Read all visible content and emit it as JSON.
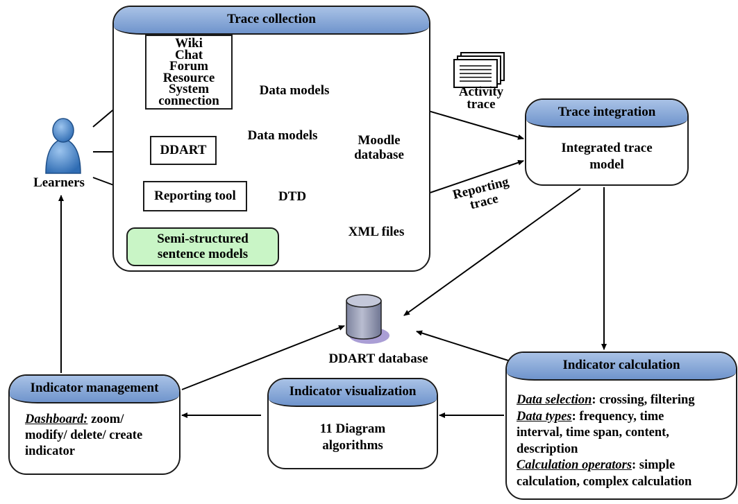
{
  "trace_collection": {
    "title": "Trace collection",
    "source_lines": [
      "Wiki",
      "Chat",
      "Forum",
      "Resource",
      "System",
      "connection"
    ],
    "ddart": "DDART",
    "reporting_tool": "Reporting tool",
    "sentence_models": [
      "Semi-structured",
      "sentence models"
    ],
    "data_models_1": "Data models",
    "data_models_2": "Data models",
    "dtd": "DTD",
    "moodle_db": [
      "Moodle",
      "database"
    ],
    "xml_files": "XML files",
    "xml_icon_label": "XML"
  },
  "learners": "Learners",
  "activity_trace": [
    "Activity",
    "trace"
  ],
  "reporting_trace": [
    "Reporting",
    "trace"
  ],
  "trace_integration": {
    "title": "Trace integration",
    "body": [
      "Integrated trace",
      "model"
    ]
  },
  "ddart_database": "DDART database",
  "indicator_calculation": {
    "title": "Indicator calculation",
    "lines": [
      {
        "em": "Data selection",
        "rest": ": crossing, filtering"
      },
      {
        "em": "Data types",
        "rest": ": frequency, time"
      },
      {
        "em": "",
        "rest": "interval, time span, content,"
      },
      {
        "em": "",
        "rest": "description"
      },
      {
        "em": "Calculation operators",
        "rest": ": simple"
      },
      {
        "em": "",
        "rest": "calculation, complex calculation"
      }
    ]
  },
  "indicator_visualization": {
    "title": "Indicator visualization",
    "body": [
      "11 Diagram",
      "algorithms"
    ]
  },
  "indicator_management": {
    "title": "Indicator management",
    "em": "Dashboard:",
    "line1_rest": " zoom/",
    "line2": "modify/ delete/ create",
    "line3": "indicator"
  },
  "colors": {
    "header": "#7ea1d6",
    "green": "#c9f5c6",
    "db_body": "#9aa0ba",
    "db_top": "#c4c8da",
    "person": "#4b86c7"
  }
}
